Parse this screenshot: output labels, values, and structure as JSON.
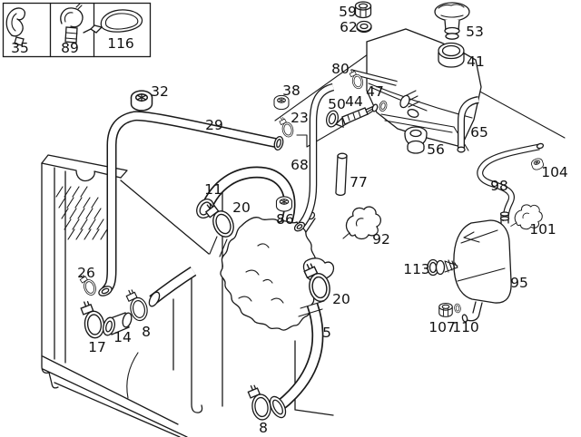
{
  "diagram": {
    "kind": "exploded-parts-diagram",
    "subject": "engine cooling system: radiator, hoses, expansion tank and clamps",
    "line_color": "#1a1a1a",
    "background_color": "#ffffff"
  },
  "legend": {
    "cells": [
      "35",
      "89",
      "116"
    ]
  },
  "labels": {
    "p35": {
      "text": "35",
      "name": "hose-clip"
    },
    "p89": {
      "text": "89",
      "name": "holding-clamp"
    },
    "p116": {
      "text": "116",
      "name": "cable-tie"
    },
    "p32": {
      "text": "32",
      "name": "grommet"
    },
    "p29": {
      "text": "29",
      "name": "formed-hose"
    },
    "p59": {
      "text": "59",
      "name": "nut"
    },
    "p62": {
      "text": "62",
      "name": "seal-ring"
    },
    "p53": {
      "text": "53",
      "name": "tank-cap"
    },
    "p41": {
      "text": "41",
      "name": "expansion-tank"
    },
    "p80": {
      "text": "80",
      "name": "hose-clamp"
    },
    "p38": {
      "text": "38",
      "name": "grommet"
    },
    "p23": {
      "text": "23",
      "name": "hose-clamp"
    },
    "p50": {
      "text": "50",
      "name": "washer"
    },
    "p44": {
      "text": "44",
      "name": "valve"
    },
    "p47": {
      "text": "47",
      "name": "o-ring"
    },
    "p68": {
      "text": "68",
      "name": "vent-hose"
    },
    "p77": {
      "text": "77",
      "name": "straight-pipe"
    },
    "p86": {
      "text": "86",
      "name": "grommet"
    },
    "p11": {
      "text": "11",
      "name": "upper-radiator-hose"
    },
    "p20a": {
      "text": "20",
      "name": "hose-clamp"
    },
    "p92": {
      "text": "92",
      "name": "retaining-clip"
    },
    "p26": {
      "text": "26",
      "name": "hose-clamp"
    },
    "p17": {
      "text": "17",
      "name": "hose-clamp"
    },
    "p14": {
      "text": "14",
      "name": "connecting-pipe"
    },
    "p8a": {
      "text": "8",
      "name": "hose-clamp"
    },
    "p20b": {
      "text": "20",
      "name": "hose-clamp"
    },
    "p5": {
      "text": "5",
      "name": "lower-radiator-hose"
    },
    "p65": {
      "text": "65",
      "name": "overflow-hose"
    },
    "p56": {
      "text": "56",
      "name": "grommet"
    },
    "p104": {
      "text": "104",
      "name": "grommet"
    },
    "p98": {
      "text": "98",
      "name": "overflow-hose"
    },
    "p101": {
      "text": "101",
      "name": "retaining-clip"
    },
    "p113": {
      "text": "113",
      "name": "screw"
    },
    "p95": {
      "text": "95",
      "name": "overflow-tank"
    },
    "p107": {
      "text": "107",
      "name": "nut"
    },
    "p110": {
      "text": "110",
      "name": "washer"
    },
    "p8b": {
      "text": "8",
      "name": "hose-clamp"
    }
  }
}
